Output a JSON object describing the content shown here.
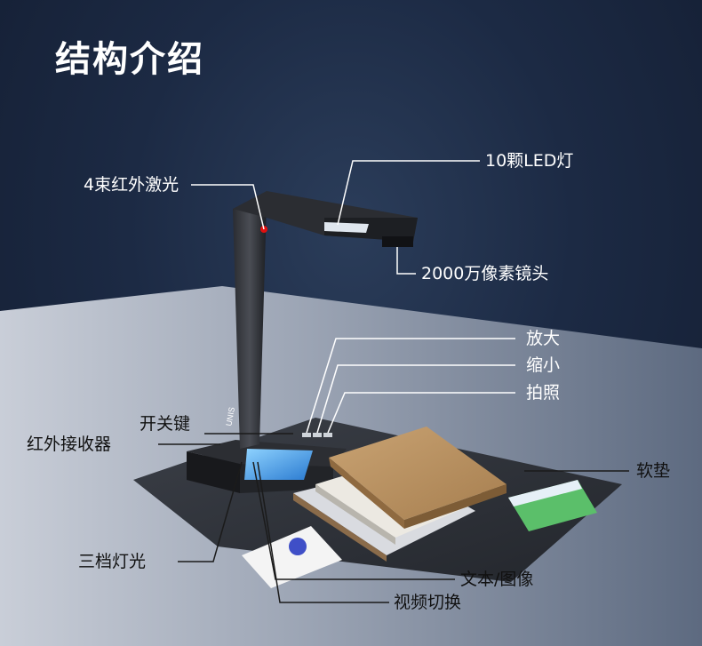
{
  "title": "结构介绍",
  "labels": {
    "ir_laser": "4束红外激光",
    "led": "10颗LED灯",
    "camera": "2000万像素镜头",
    "zoom_in": "放大",
    "zoom_out": "缩小",
    "capture": "拍照",
    "power_key": "开关键",
    "ir_receiver": "红外接收器",
    "soft_pad": "软垫",
    "three_level_light": "三档灯光",
    "text_image": "文本/图像",
    "video_switch": "视频切换"
  },
  "device": {
    "brand_text": "UNIS"
  },
  "colors": {
    "background": "#1c2a44",
    "title": "#ffffff",
    "label_light": "#ffffff",
    "label_dark": "#111111",
    "indicator_red": "#e01010"
  }
}
